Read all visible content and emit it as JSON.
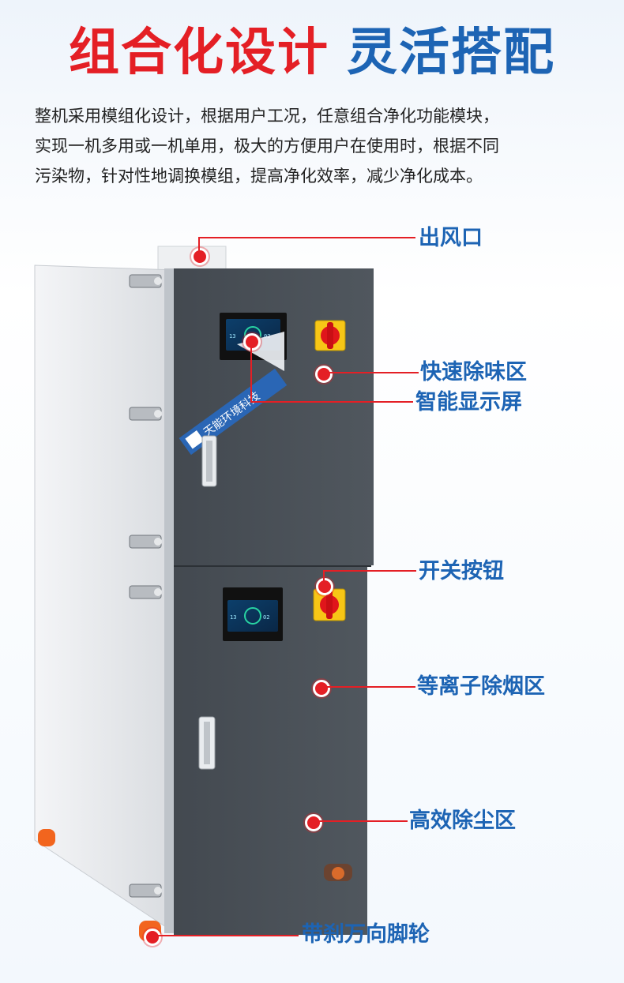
{
  "headline": {
    "part1": "组合化设计",
    "part2": "灵活搭配",
    "color1": "#e41f25",
    "color2": "#1d64b4"
  },
  "description": [
    "整机采用模组化设计，根据用户工况，任意组合净化功能模块，",
    "实现一机多用或一机单用，极大的方便用户在使用时，根据不同",
    "污染物，针对性地调换模组，提高净化效率，减少净化成本。"
  ],
  "brand_strip": "天能环境科技",
  "callouts": {
    "outlet": "出风口",
    "odor_zone": "快速除味区",
    "smart_display": "智能显示屏",
    "switch_button": "开关按钮",
    "plasma_zone": "等离子除烟区",
    "dust_zone": "高效除尘区",
    "casters": "带刹万向脚轮"
  },
  "screen": {
    "reading_left": "13",
    "reading_right": "02"
  },
  "colors": {
    "accent_red": "#e41f25",
    "label_blue": "#1d64b4",
    "cabinet": "#4a5057",
    "side_panel": "#ebedf0",
    "caster": "#f2651e"
  }
}
